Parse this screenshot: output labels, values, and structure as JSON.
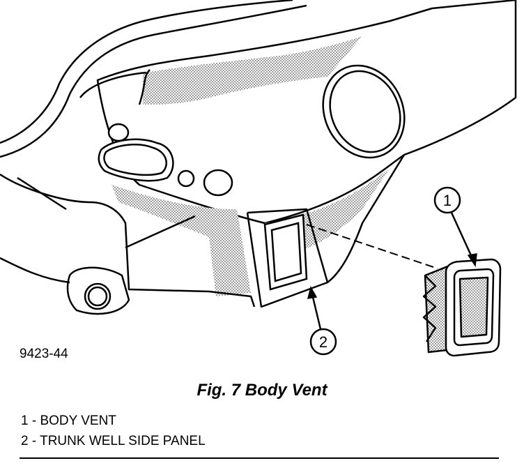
{
  "figure": {
    "id": "9423-44",
    "caption": "Fig. 7 Body Vent"
  },
  "callouts": [
    {
      "number": "1",
      "text": "1 - BODY VENT"
    },
    {
      "number": "2",
      "text": "2 - TRUNK WELL SIDE PANEL"
    }
  ]
}
